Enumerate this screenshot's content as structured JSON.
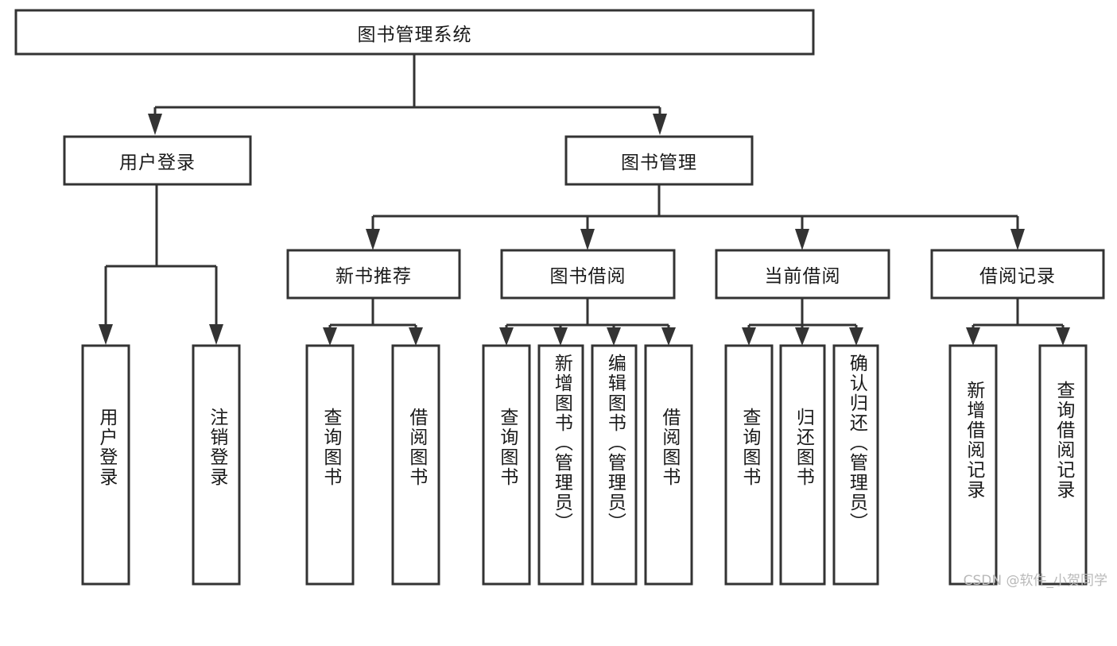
{
  "diagram": {
    "type": "tree-hierarchy",
    "title": "图书管理系统",
    "orientation": "top-down",
    "watermark": "CSDN @软件_小贺同学",
    "colors": {
      "box_stroke": "#333333",
      "box_fill": "#ffffff",
      "text": "#1a1a1a",
      "connector": "#333333",
      "background": "#ffffff",
      "watermark_text": "#b9b9b9"
    },
    "levels": {
      "level0": [
        "图书管理系统"
      ],
      "level1": [
        "用户登录",
        "图书管理"
      ],
      "level2": [
        "新书推荐",
        "图书借阅",
        "当前借阅",
        "借阅记录"
      ],
      "level3": [
        "用户登录",
        "注销登录",
        "查询图书",
        "借阅图书",
        "查询图书",
        "新增图书（管理员）",
        "编辑图书（管理员）",
        "借阅图书",
        "查询图书",
        "归还图书",
        "确认归还（管理员）",
        "新增借阅记录",
        "查询借阅记录"
      ]
    },
    "root": {
      "id": "root",
      "label": "图书管理系统"
    },
    "nodes": {
      "n_root": "图书管理系统",
      "n_user_login": "用户登录",
      "n_book_mgmt": "图书管理",
      "n_new_book_rec": "新书推荐",
      "n_book_borrow": "图书借阅",
      "n_current_borrow": "当前借阅",
      "n_borrow_record": "借阅记录",
      "leaf_user_login": "用户登录",
      "leaf_logout": "注销登录",
      "leaf_query_book_1": "查询图书",
      "leaf_borrow_book_1": "借阅图书",
      "leaf_query_book_2": "查询图书",
      "leaf_add_book": "新增图书（管理员）",
      "leaf_edit_book": "编辑图书（管理员）",
      "leaf_borrow_book_2": "借阅图书",
      "leaf_query_book_3": "查询图书",
      "leaf_return_book": "归还图书",
      "leaf_confirm_return": "确认归还（管理员）",
      "leaf_add_record": "新增借阅记录",
      "leaf_query_record": "查询借阅记录"
    },
    "edges": [
      {
        "from": "图书管理系统",
        "to": "用户登录"
      },
      {
        "from": "图书管理系统",
        "to": "图书管理"
      },
      {
        "from": "用户登录",
        "to": "用户登录"
      },
      {
        "from": "用户登录",
        "to": "注销登录"
      },
      {
        "from": "图书管理",
        "to": "新书推荐"
      },
      {
        "from": "图书管理",
        "to": "图书借阅"
      },
      {
        "from": "图书管理",
        "to": "当前借阅"
      },
      {
        "from": "图书管理",
        "to": "借阅记录"
      },
      {
        "from": "新书推荐",
        "to": "查询图书"
      },
      {
        "from": "新书推荐",
        "to": "借阅图书"
      },
      {
        "from": "图书借阅",
        "to": "查询图书"
      },
      {
        "from": "图书借阅",
        "to": "新增图书（管理员）"
      },
      {
        "from": "图书借阅",
        "to": "编辑图书（管理员）"
      },
      {
        "from": "图书借阅",
        "to": "借阅图书"
      },
      {
        "from": "当前借阅",
        "to": "查询图书"
      },
      {
        "from": "当前借阅",
        "to": "归还图书"
      },
      {
        "from": "当前借阅",
        "to": "确认归还（管理员）"
      },
      {
        "from": "借阅记录",
        "to": "新增借阅记录"
      },
      {
        "from": "借阅记录",
        "to": "查询借阅记录"
      }
    ]
  }
}
